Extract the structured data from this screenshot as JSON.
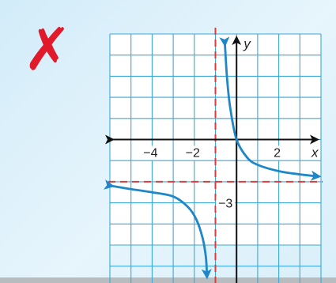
{
  "mark": {
    "symbol": "✗",
    "color": "#e0192b",
    "icon": "red-x-mark-icon"
  },
  "chart_data": {
    "type": "line",
    "title": "",
    "xlabel": "x",
    "ylabel": "y",
    "xlim": [
      -6,
      4
    ],
    "ylim": [
      -7,
      5
    ],
    "grid": true,
    "tick_labels_x": [
      {
        "value": -4,
        "label": "−4"
      },
      {
        "value": -2,
        "label": "−2"
      },
      {
        "value": 2,
        "label": "2"
      }
    ],
    "tick_labels_y": [
      {
        "value": -3,
        "label": "−3"
      }
    ],
    "asymptotes": [
      {
        "orientation": "vertical",
        "value": -1,
        "style": "dashed",
        "color": "#e03a3a"
      },
      {
        "orientation": "horizontal",
        "value": -2,
        "style": "dashed",
        "color": "#e03a3a"
      }
    ],
    "series": [
      {
        "branch": "right",
        "color": "#1f86c8",
        "points": [
          [
            -0.55,
            4.5
          ],
          [
            -0.45,
            2.9
          ],
          [
            -0.3,
            1.5
          ],
          [
            0,
            0
          ],
          [
            0.5,
            -0.85
          ],
          [
            1,
            -1.2
          ],
          [
            2,
            -1.5
          ],
          [
            3,
            -1.65
          ],
          [
            3.9,
            -1.75
          ]
        ]
      },
      {
        "branch": "left",
        "color": "#1f86c8",
        "points": [
          [
            -5.9,
            -2.2
          ],
          [
            -5,
            -2.35
          ],
          [
            -4,
            -2.5
          ],
          [
            -3,
            -2.7
          ],
          [
            -2.3,
            -3.2
          ],
          [
            -1.9,
            -3.8
          ],
          [
            -1.6,
            -4.7
          ],
          [
            -1.45,
            -5.6
          ],
          [
            -1.4,
            -6.5
          ]
        ]
      }
    ]
  }
}
